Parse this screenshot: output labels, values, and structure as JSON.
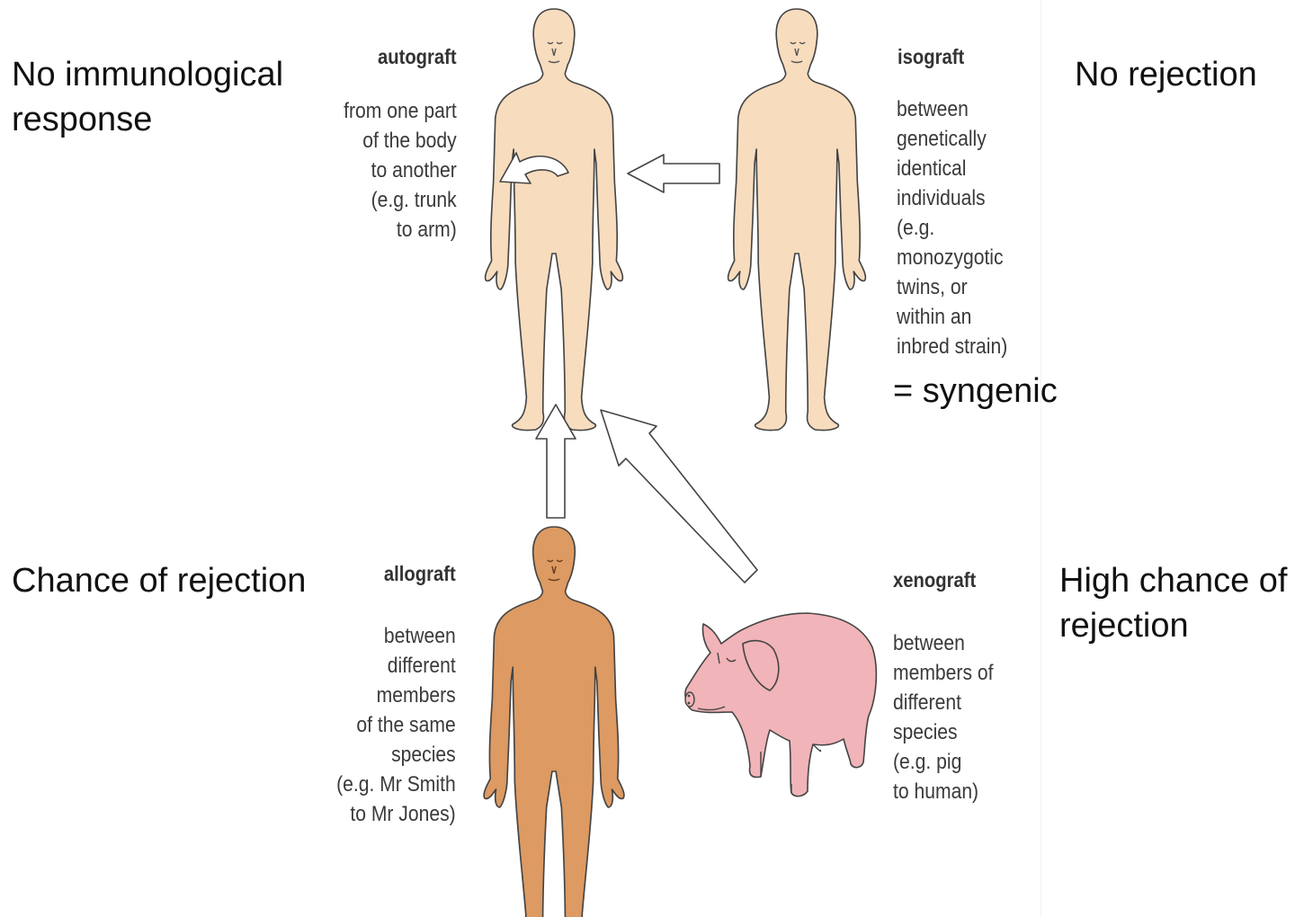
{
  "annotations": {
    "autograft_note": [
      "No immunological",
      "response"
    ],
    "isograft_note": [
      "No rejection"
    ],
    "syngenic_note": "= syngenic",
    "allograft_note": [
      "Chance of rejection"
    ],
    "xenograft_note": [
      "High chance of",
      "rejection"
    ]
  },
  "grafts": {
    "autograft": {
      "title": "autograft",
      "description": [
        "from one part",
        "of the body",
        "to another",
        "(e.g. trunk",
        "to arm)"
      ]
    },
    "isograft": {
      "title": "isograft",
      "description": [
        "between",
        "genetically",
        "identical",
        "individuals",
        "(e.g.",
        "monozygotic",
        "twins, or",
        "within an",
        "inbred strain)"
      ]
    },
    "allograft": {
      "title": "allograft",
      "description": [
        "between",
        "different",
        "members",
        "of the same",
        "species",
        "(e.g. Mr Smith",
        "to Mr Jones)"
      ]
    },
    "xenograft": {
      "title": "xenograft",
      "description": [
        "between",
        "members of",
        "different",
        "species",
        "(e.g. pig",
        "to human)"
      ]
    }
  },
  "colors": {
    "light_skin": "#f7dcbe",
    "dark_skin": "#dd9a62",
    "pig": "#f1b4b8",
    "outline": "#444444",
    "arrow_fill": "#ffffff"
  }
}
